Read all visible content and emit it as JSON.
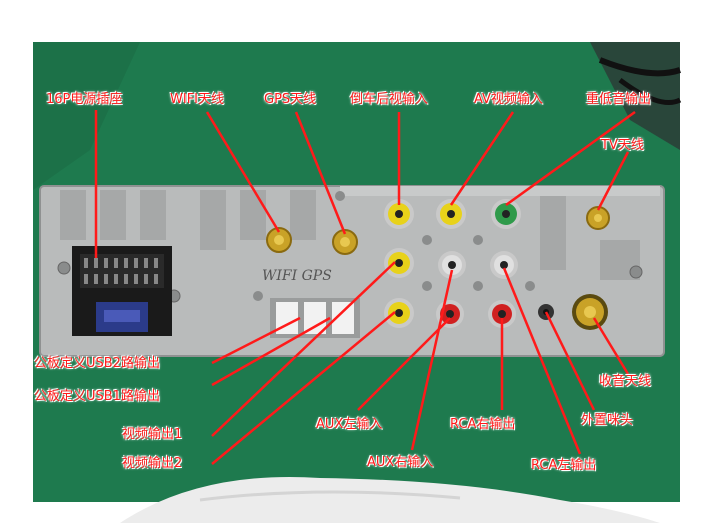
{
  "labels": {
    "power_connector": "16P电源插座",
    "wifi_antenna": "WIFI天线",
    "gps_antenna": "GPS天线",
    "reverse_camera_input": "倒车后视输入",
    "av_video_input": "AV视频输入",
    "subwoofer_output": "重低音输出",
    "tv_antenna": "TV天线",
    "usb2_output": "公板定义USB2路输出",
    "usb1_output": "公板定义USB1路输出",
    "video_output_1": "视频输出1",
    "video_output_2": "视频输出2",
    "aux_left_input": "AUX左输入",
    "aux_right_input": "AUX右输入",
    "rca_right_output": "RCA右输出",
    "rca_left_output": "RCA左输出",
    "external_mic": "外置咪头",
    "radio_antenna": "收音天线"
  },
  "unit_marking": "WIFI GPS",
  "colors": {
    "annotation": "#ff1a1a",
    "wall": "#1e7a4e",
    "chassis": "#b9bbbb",
    "rca_yellow": "#e8d21a",
    "rca_green": "#2f9a4a",
    "rca_red": "#d02020",
    "rca_white": "#e0e0e0"
  }
}
